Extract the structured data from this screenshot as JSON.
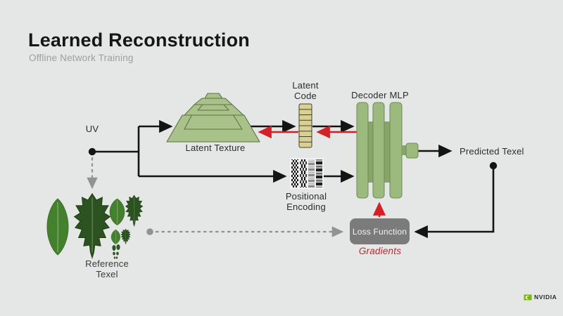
{
  "slide": {
    "title": "Learned Reconstruction",
    "subtitle": "Offline Network Training"
  },
  "diagram": {
    "nodes": {
      "uv_label": "UV",
      "latent_texture_label": "Latent Texture",
      "latent_code_label": "Latent Code",
      "decoder_mlp_label": "Decoder MLP",
      "positional_encoding_label": "Positional Encoding",
      "predicted_texel_label": "Predicted Texel",
      "loss_function_label": "Loss Function",
      "gradients_label": "Gradients",
      "reference_texel_label": "Reference Texel"
    },
    "icons": {
      "latent_texture": "mipmap-pyramid-icon",
      "latent_code": "vector-cells-icon",
      "decoder_mlp": "mlp-layers-icon",
      "positional_encoding": "frequency-bands-icon",
      "reference_texel": "leaf-mipmap-icon",
      "footer": "nvidia-eye-icon"
    },
    "colors": {
      "background": "#e5e7e6",
      "node_green_fill": "#a9c28a",
      "node_green_stroke": "#5d7245",
      "mlp_bar_fill": "#9cb97e",
      "mlp_connector_fill": "#87a469",
      "latent_code_fill": "#d9d095",
      "loss_box_gray": "#7b7b7b",
      "arrow_black": "#141414",
      "arrow_red": "#d42027",
      "arrow_gray_dashed": "#8f9392",
      "gradients_text_red": "#c3242b",
      "brand_green": "#76b900"
    }
  },
  "footer": {
    "brand": "NVIDIA"
  }
}
